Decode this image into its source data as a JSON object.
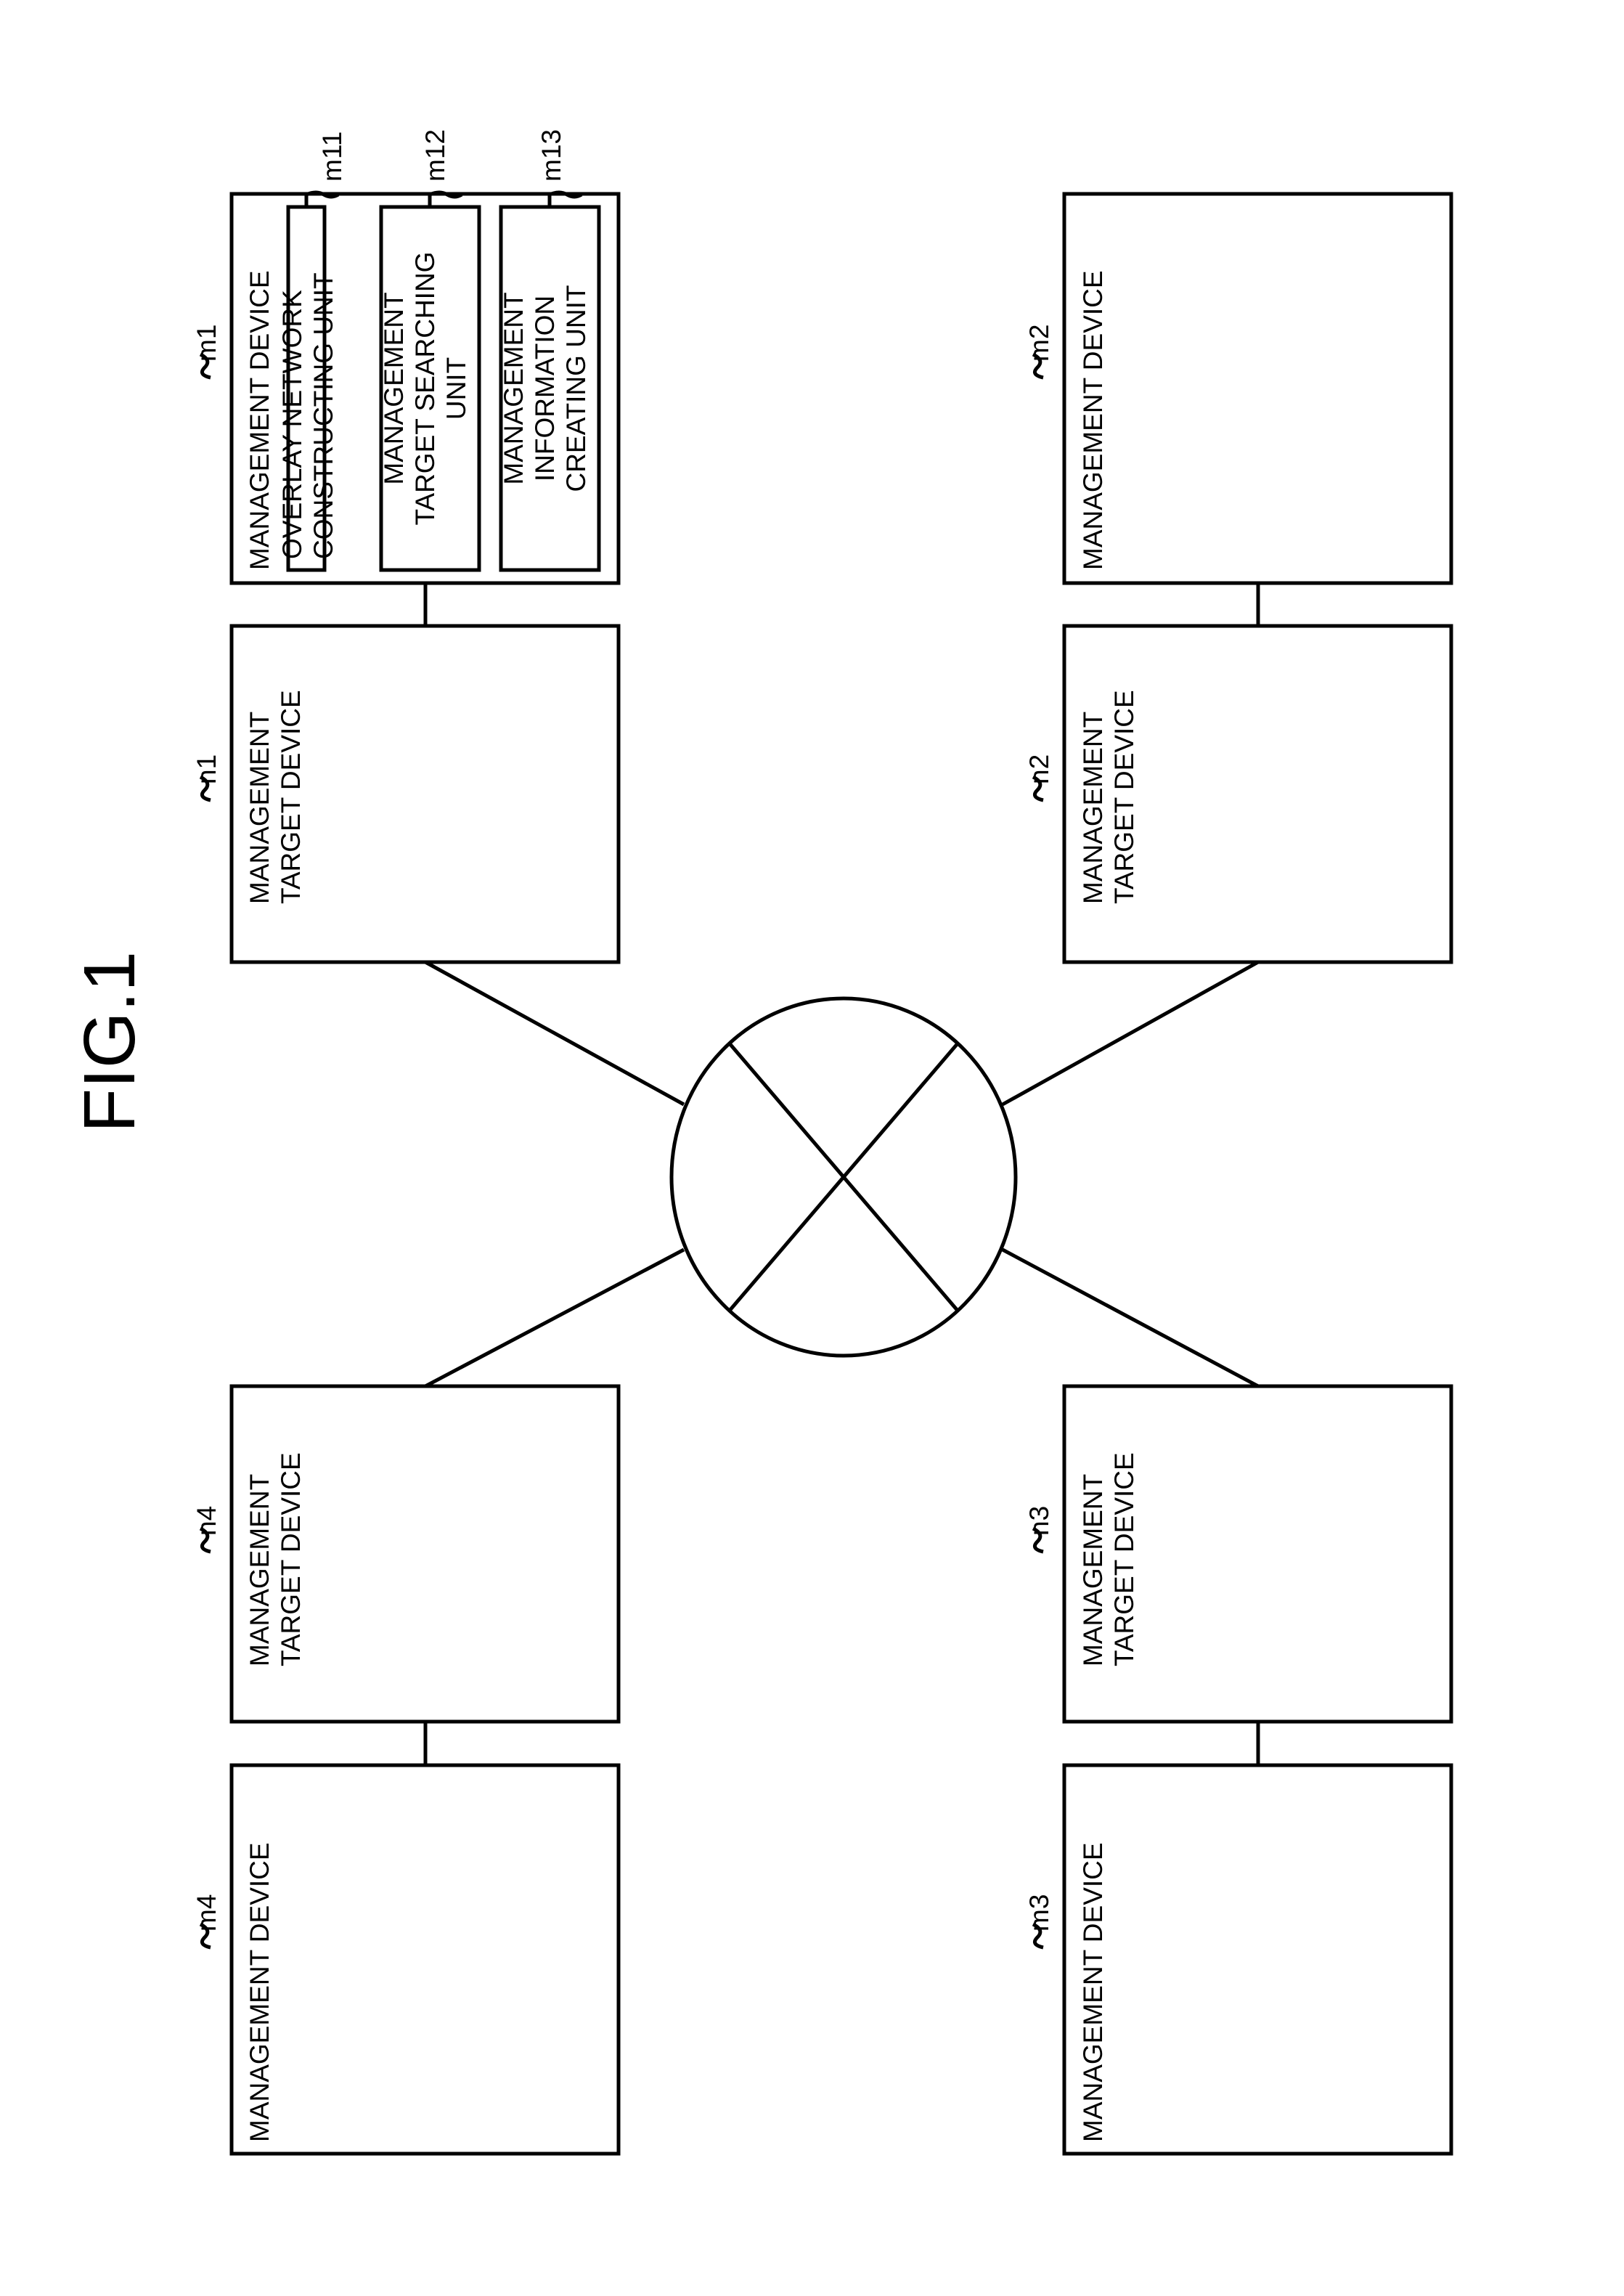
{
  "figure": {
    "title": "FIG.1"
  },
  "devices": {
    "m1": {
      "ref": "m1",
      "label": "MANAGEMENT DEVICE"
    },
    "m2": {
      "ref": "m2",
      "label": "MANAGEMENT DEVICE"
    },
    "m3": {
      "ref": "m3",
      "label": "MANAGEMENT DEVICE"
    },
    "m4": {
      "ref": "m4",
      "label": "MANAGEMENT DEVICE"
    },
    "n1": {
      "ref": "n1",
      "label_lines": [
        "MANAGEMENT",
        "TARGET DEVICE"
      ]
    },
    "n2": {
      "ref": "n2",
      "label_lines": [
        "MANAGEMENT",
        "TARGET DEVICE"
      ]
    },
    "n3": {
      "ref": "n3",
      "label_lines": [
        "MANAGEMENT",
        "TARGET DEVICE"
      ]
    },
    "n4": {
      "ref": "n4",
      "label_lines": [
        "MANAGEMENT",
        "TARGET DEVICE"
      ]
    }
  },
  "units": {
    "m11": {
      "ref": "m11",
      "label_lines": [
        "OVERLAY NETWORK",
        "CONSTRUCTING UNIT"
      ]
    },
    "m12": {
      "ref": "m12",
      "label_lines": [
        "MANAGEMENT",
        "TARGET SEARCHING",
        "UNIT"
      ]
    },
    "m13": {
      "ref": "m13",
      "label_lines": [
        "MANAGEMENT",
        "INFORMATION",
        "CREATING UNIT"
      ]
    }
  }
}
